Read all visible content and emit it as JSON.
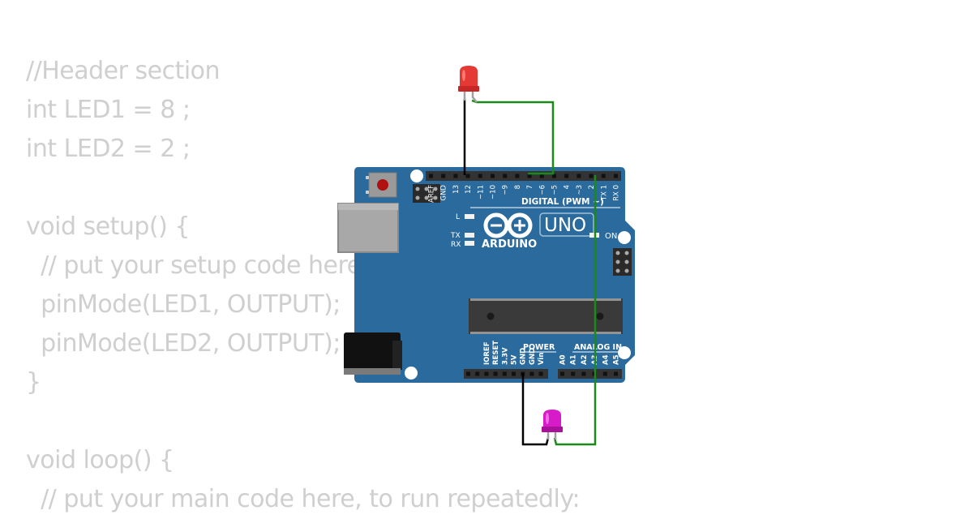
{
  "code_lines": [
    "//Header section",
    "int LED1 = 8 ;",
    "int LED2 = 2 ;",
    "",
    "void setup() {",
    "  // put your setup code here, to run once:",
    "  pinMode(LED1, OUTPUT);",
    "  pinMode(LED2, OUTPUT);",
    "}",
    "",
    "void loop() {",
    "  // put your main code here, to run repeatedly:"
  ],
  "board": {
    "brand": "ARDUINO",
    "model": "UNO",
    "digital_label": "DIGITAL (PWM ~)",
    "power_label": "POWER",
    "analog_label": "ANALOG IN",
    "on_label": "ON",
    "led_l_label": "L",
    "tx_label": "TX",
    "rx_label": "RX",
    "digital_pins": [
      "AREF",
      "GND",
      "13",
      "12",
      "~11",
      "~10",
      "~9",
      "8",
      "7",
      "~6",
      "~5",
      "4",
      "~3",
      "2",
      "TX 1",
      "RX 0"
    ],
    "power_pins": [
      "IOREF",
      "RESET",
      "3.3V",
      "5V",
      "GND",
      "GND",
      "Vin"
    ],
    "analog_pins": [
      "A0",
      "A1",
      "A2",
      "A3",
      "A4",
      "A5"
    ]
  },
  "components": {
    "led1_color": "#e53935",
    "led2_color": "#d81bc8",
    "wire_signal_color": "#1b8a1b",
    "wire_ground_color": "#000000",
    "board_color": "#2b6a9c"
  }
}
